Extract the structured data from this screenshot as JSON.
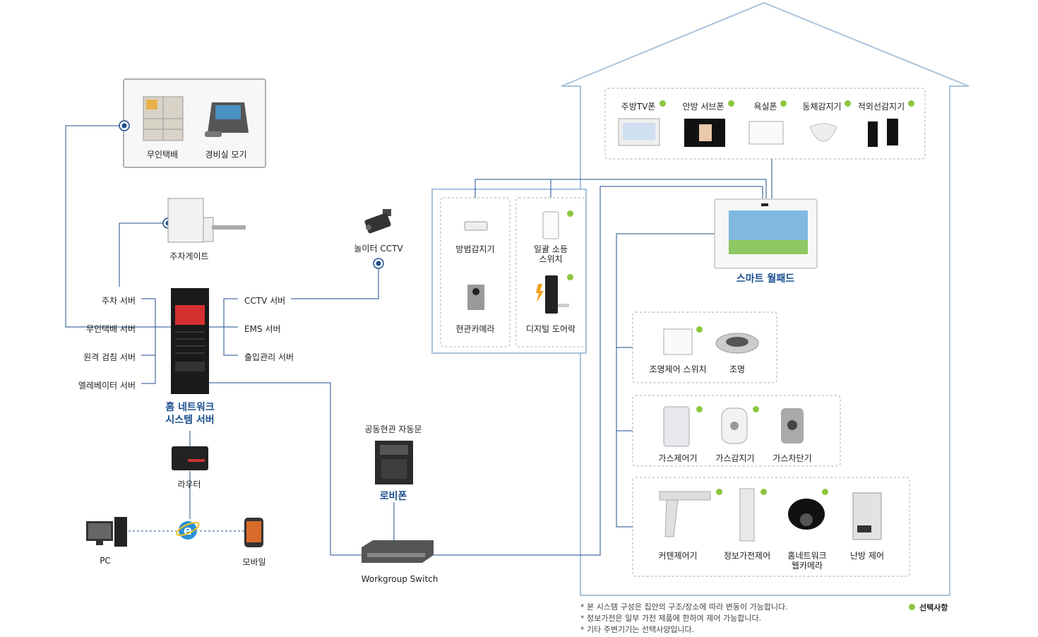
{
  "legend": {
    "optional_label": "선택사항",
    "optional_color": "#8cc63f"
  },
  "colors": {
    "line": "#1c4e8f",
    "house": "#a9c3dc",
    "dashed_box": "#aaaaaa",
    "title_blue": "#1c4e8f"
  },
  "top_box": {
    "items": [
      "무인택배",
      "경비실 모기"
    ]
  },
  "parking_gate": "주차게이트",
  "playground_cctv": "놀이터 CCTV",
  "servers_left": [
    "주차 서버",
    "무인택배 서버",
    "원격 검침 서버",
    "엘레베이터 서버"
  ],
  "servers_right": [
    "CCTV 서버",
    "EMS 서버",
    "출입관리 서버"
  ],
  "main_server": {
    "line1": "홈 네트워크",
    "line2": "시스템 서버"
  },
  "router": "라우터",
  "pc": "PC",
  "mobile": "모바일",
  "lobby": {
    "caption": "공동현관 자동문",
    "name": "로비폰"
  },
  "switch": "Workgroup Switch",
  "house_top_row": [
    "주방TV폰",
    "안방 서브폰",
    "욕실폰",
    "동체감지기",
    "적외선감지기"
  ],
  "security_box": {
    "items": [
      "방범감지기",
      "일괄 소등",
      "스위치",
      "현관카메라",
      "디지털 도어락"
    ]
  },
  "wallpad": "스마트 월패드",
  "lighting_box": [
    "조명제어 스위치",
    "조명"
  ],
  "gas_box": [
    "가스제어기",
    "가스감지기",
    "가스차단기"
  ],
  "appliance_box": {
    "items": [
      "커텐제어기",
      "정보가전제어",
      "홈네트워크",
      "웹카메라",
      "난방 제어"
    ]
  },
  "notes": [
    "* 본 시스템 구성은 집안의 구조/장소에 따라 변동이 가능합니다.",
    "* 정보가전은 일부 가전 제품에 한하여 제어 가능합니다.",
    "* 기타 주변기기는 선택사양입니다."
  ]
}
